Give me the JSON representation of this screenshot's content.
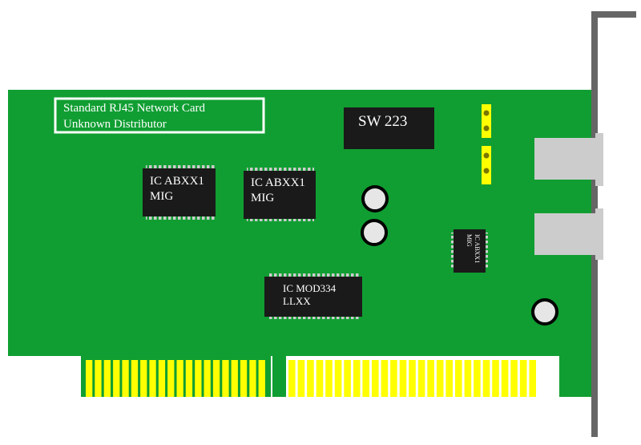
{
  "card": {
    "label_line1": "Standard RJ45 Network Card",
    "label_line2": "Unknown Distributor"
  },
  "chips": [
    {
      "line1": "IC ABXX1",
      "line2": "MIG"
    },
    {
      "line1": "IC ABXX1",
      "line2": "MIG"
    },
    {
      "line1": "IC MOD334",
      "line2": "LLXX"
    },
    {
      "line1": "IC ABXX1",
      "line2": "MIG"
    }
  ],
  "switch": {
    "label": "SW 223"
  },
  "colors": {
    "pcb": "#109e32",
    "chip": "#1a1a1a",
    "pins": "#cccccc",
    "contacts": "#ffff00",
    "bracket": "#666666",
    "port": "#cccccc",
    "capacitor": "#e6e6e6"
  }
}
